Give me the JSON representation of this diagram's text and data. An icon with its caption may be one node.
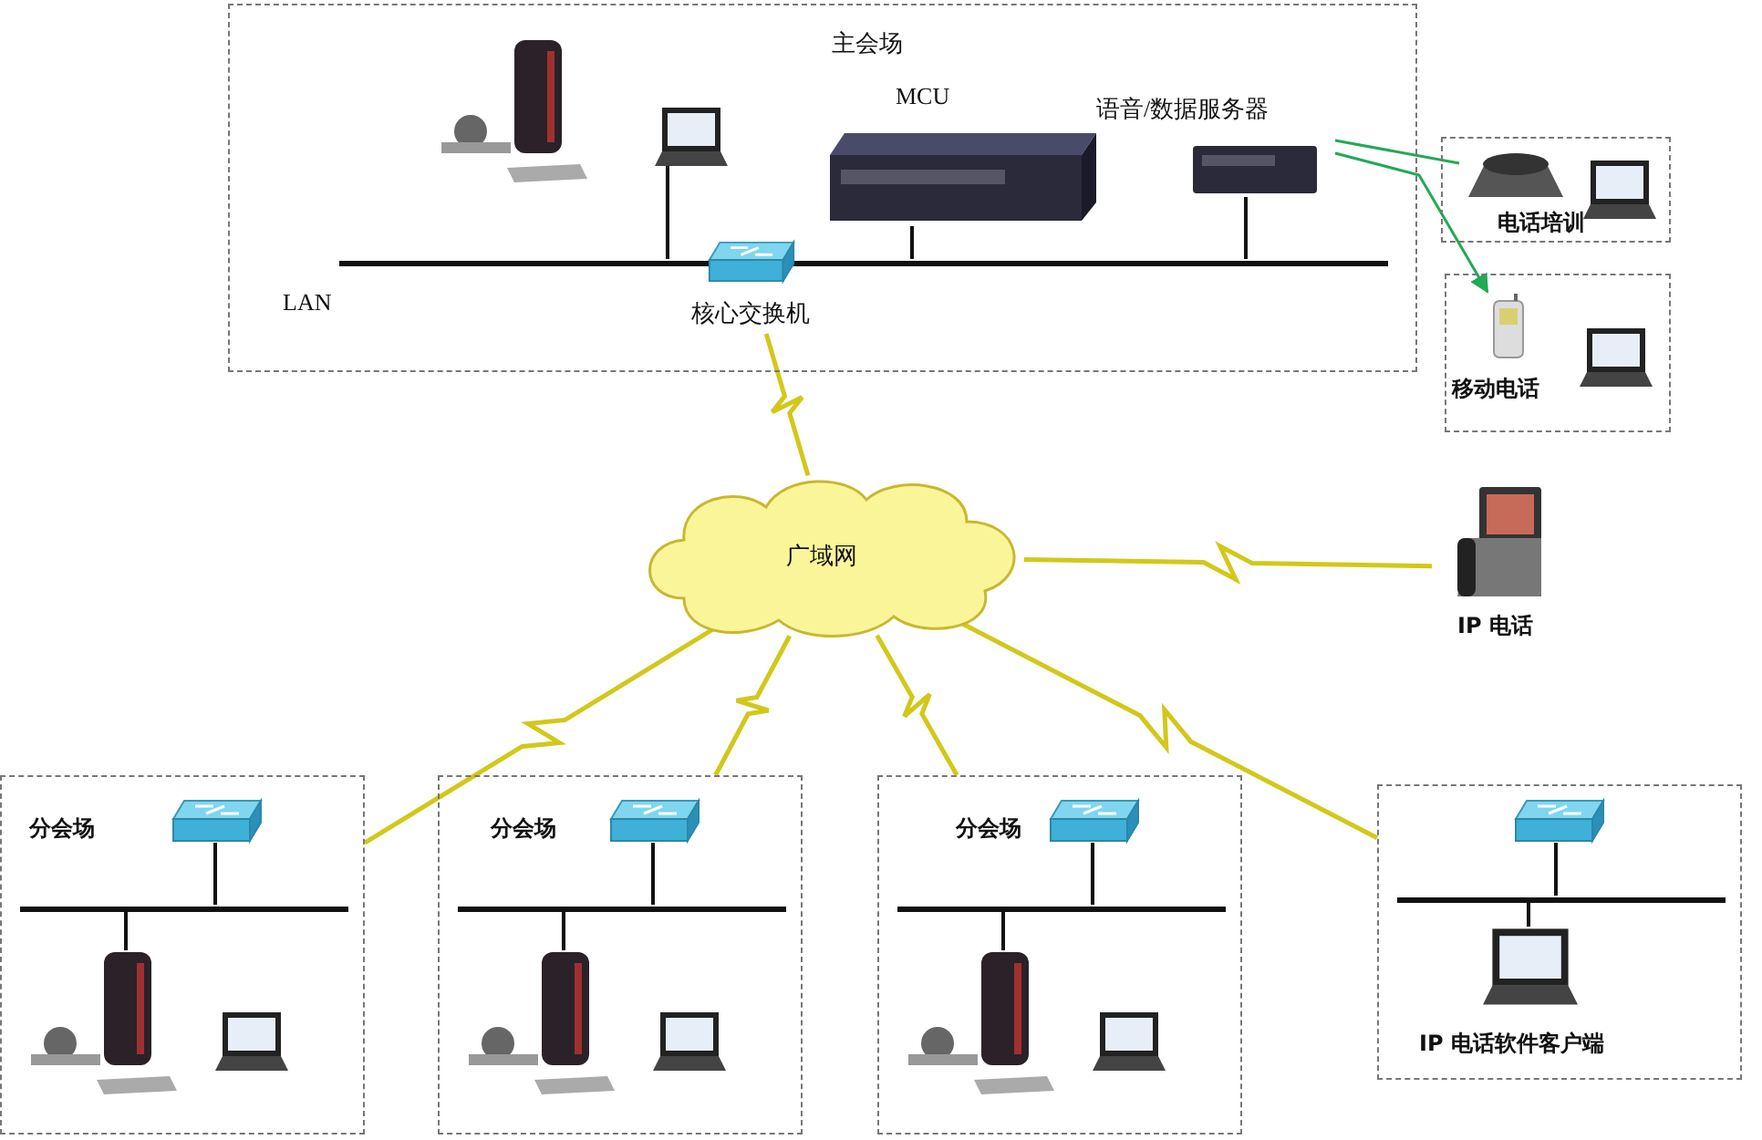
{
  "diagram": {
    "nodes": [
      {
        "text": [
          "主会场"
        ]
      },
      {
        "text": [],
        "shape": "picture",
        "in": 0
      },
      {
        "text": [
          "MCU"
        ],
        "in": 0
      },
      {
        "text": [
          "语音/数据服务器"
        ],
        "in": 0
      },
      {
        "text": [],
        "shape": "bar",
        "in": 0
      },
      {
        "text": [
          "核心交换机"
        ],
        "in": 0
      },
      {
        "text": [
          "电话培训"
        ]
      },
      {
        "text": [],
        "shape": "picture",
        "in": 6
      },
      {
        "text": [
          "移动电话"
        ]
      },
      {
        "text": [],
        "shape": "picture",
        "in": 8
      },
      {
        "text": [
          "广域网"
        ]
      },
      {
        "text": [
          "IP 电话"
        ]
      },
      {
        "text": [
          "分会场"
        ]
      },
      {
        "text": [],
        "shape": "picture",
        "in": 12
      },
      {
        "text": [],
        "shape": "bar",
        "in": 12
      },
      {
        "text": [],
        "shape": "picture",
        "in": 12
      },
      {
        "text": [
          "分会场"
        ]
      },
      {
        "text": [],
        "shape": "picture",
        "in": 16
      },
      {
        "text": [],
        "shape": "bar",
        "in": 16
      },
      {
        "text": [],
        "shape": "picture",
        "in": 16
      },
      {
        "text": [
          "分会场"
        ]
      },
      {
        "text": [],
        "shape": "picture",
        "in": 20
      },
      {
        "text": [],
        "shape": "bar",
        "in": 20
      },
      {
        "text": [],
        "shape": "picture",
        "in": 20
      },
      {
        "text": [
          "IP 电话软件客户端"
        ]
      },
      {
        "text": [],
        "shape": "picture",
        "in": 24
      },
      {
        "text": [],
        "shape": "bar",
        "in": 24
      },
      {
        "text": [],
        "shape": "picture",
        "in": 24
      }
    ],
    "edges": [
      {
        "from": 1,
        "to": 4,
        "arrow": "none"
      },
      {
        "from": 2,
        "to": 4,
        "arrow": "none"
      },
      {
        "from": 3,
        "to": 4,
        "arrow": "none"
      },
      {
        "from": 5,
        "to": 10,
        "arrow": "none",
        "color": "#d2c81a"
      },
      {
        "from": 10,
        "to": 11,
        "arrow": "none",
        "color": "#d2c81a"
      },
      {
        "from": 10,
        "to": 12,
        "arrow": "none",
        "color": "#d2c81a"
      },
      {
        "from": 10,
        "to": 16,
        "arrow": "none",
        "color": "#d2c81a"
      },
      {
        "from": 10,
        "to": 20,
        "arrow": "none",
        "color": "#d2c81a"
      },
      {
        "from": 10,
        "to": 24,
        "arrow": "none",
        "color": "#d2c81a"
      },
      {
        "from": 3,
        "to": 7,
        "arrow": "none",
        "color": "#22aa55"
      },
      {
        "from": 3,
        "to": 9,
        "arrow": "to",
        "color": "#22aa55"
      },
      {
        "from": 13,
        "to": 14,
        "arrow": "none"
      },
      {
        "from": 14,
        "to": 15,
        "arrow": "none"
      },
      {
        "from": 17,
        "to": 18,
        "arrow": "none"
      },
      {
        "from": 18,
        "to": 19,
        "arrow": "none"
      },
      {
        "from": 21,
        "to": 22,
        "arrow": "none"
      },
      {
        "from": 22,
        "to": 23,
        "arrow": "none"
      },
      {
        "from": 25,
        "to": 26,
        "arrow": "none"
      },
      {
        "from": 26,
        "to": 27,
        "arrow": "none"
      }
    ],
    "labels": [
      "LAN"
    ]
  }
}
